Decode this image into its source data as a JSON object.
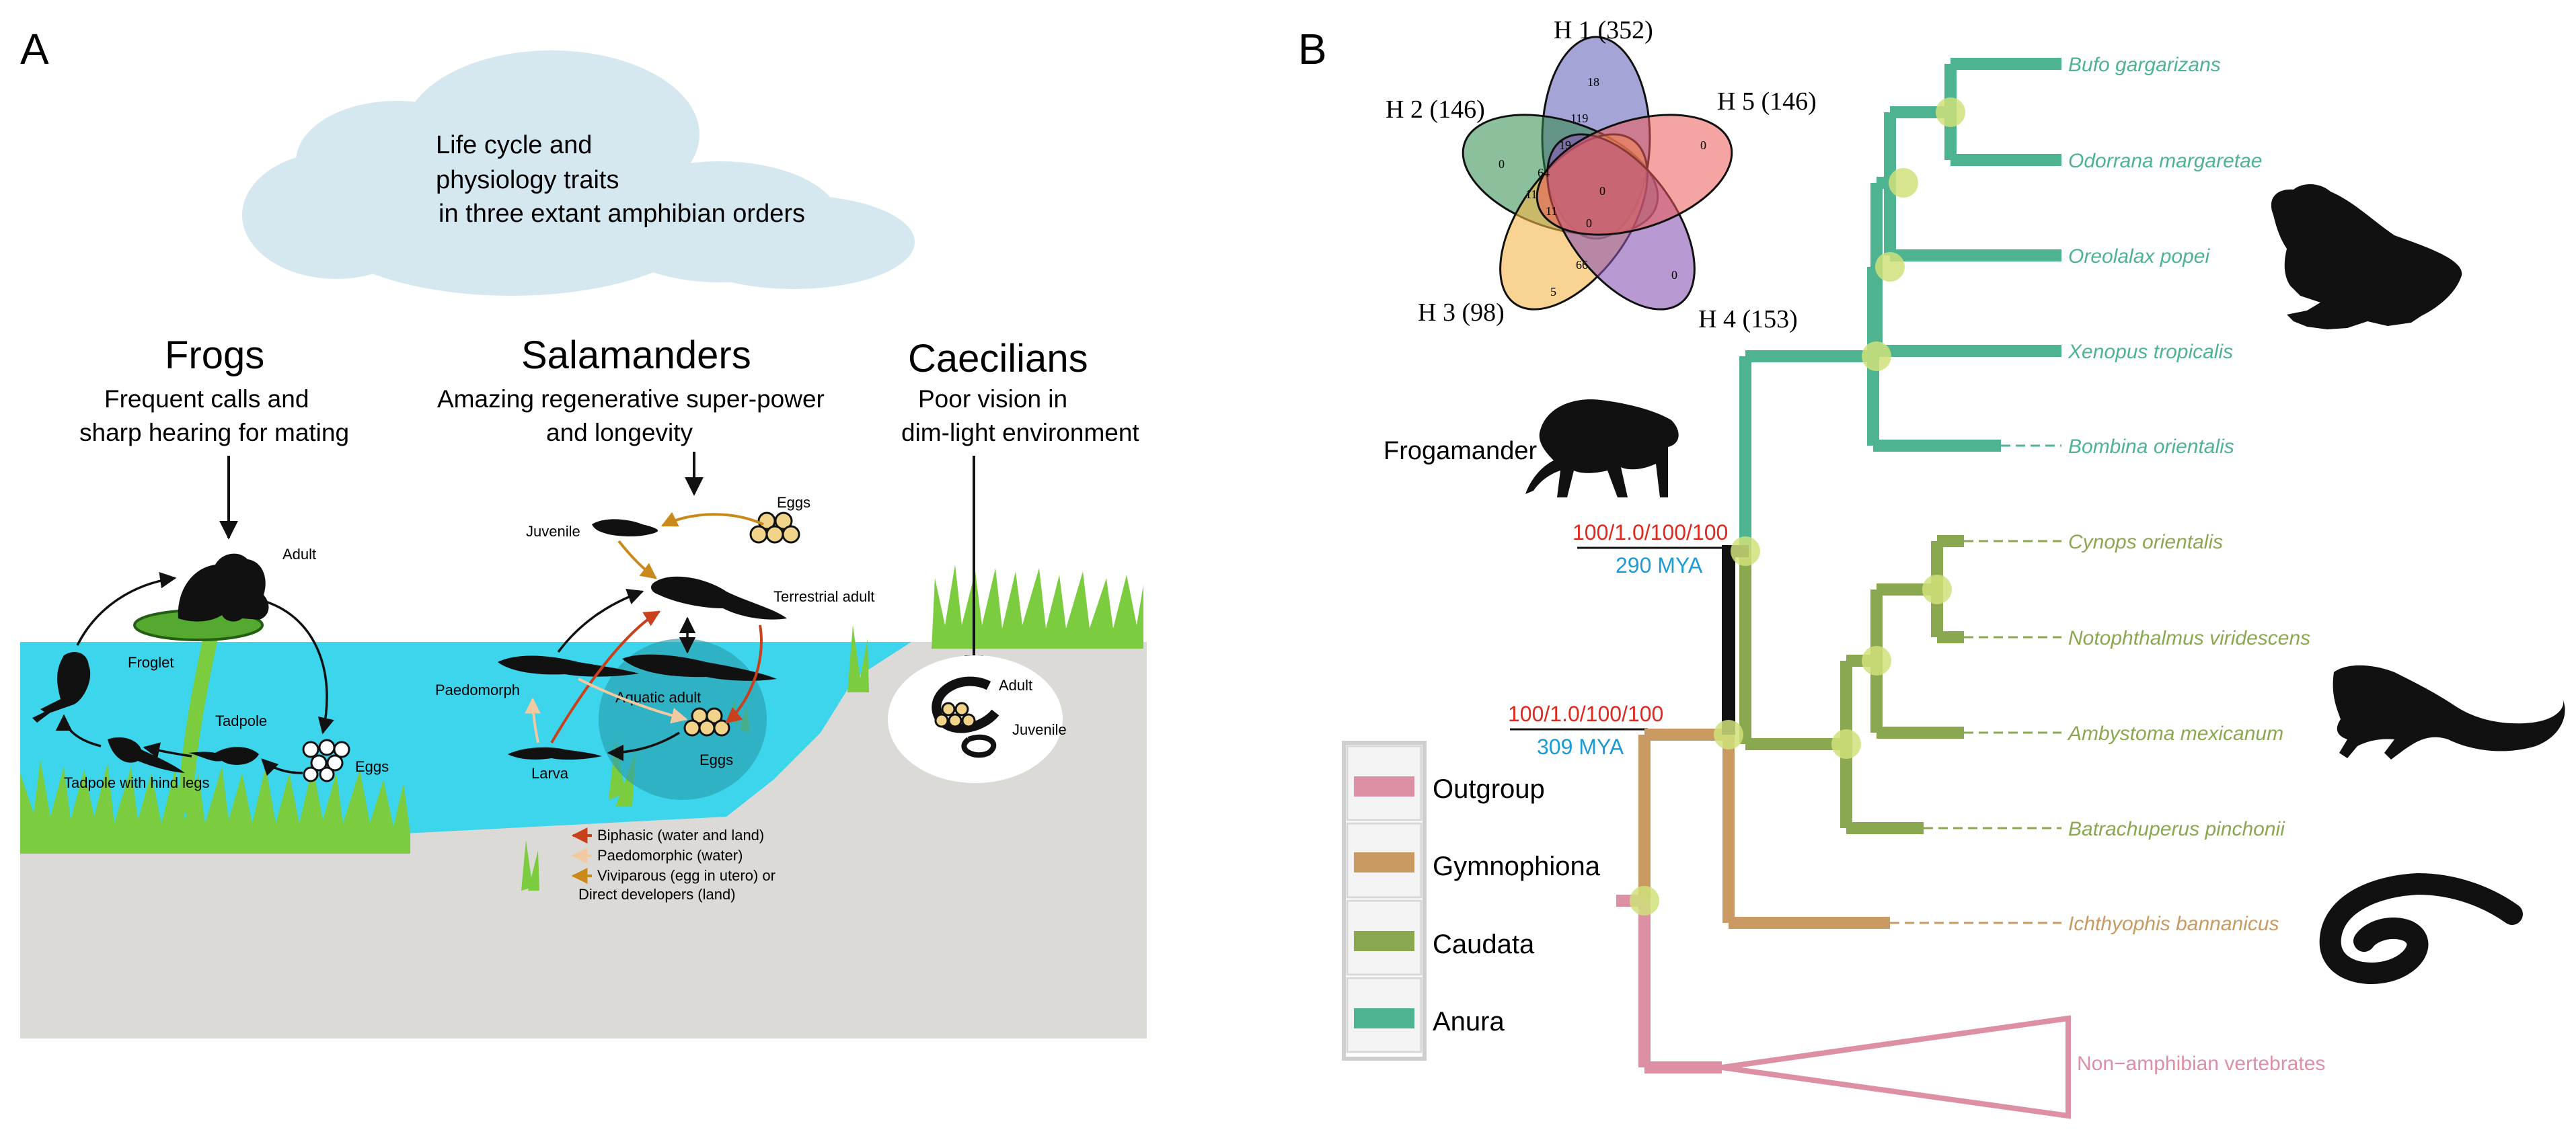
{
  "panel_a": {
    "label": "A",
    "cloud_lines": [
      "Life cycle and",
      "physiology traits",
      "in three extant amphibian orders"
    ],
    "frogs": {
      "title": "Frogs",
      "desc": [
        "Frequent calls and",
        "sharp hearing for mating"
      ],
      "stages": {
        "adult": "Adult",
        "froglet": "Froglet",
        "tadpole": "Tadpole",
        "eggs": "Eggs",
        "hind_legs": "Tadpole with hind legs"
      }
    },
    "salamanders": {
      "title": "Salamanders",
      "desc": [
        "Amazing regenerative super-power",
        "and longevity"
      ],
      "stages": {
        "juvenile": "Juvenile",
        "eggs_top": "Eggs",
        "terrestrial": "Terrestrial adult",
        "paedomorph": "Paedomorph",
        "aquatic": "Aquatic adult",
        "larva": "Larva",
        "eggs_bottom": "Eggs"
      }
    },
    "caecilians": {
      "title": "Caecilians",
      "desc": [
        "Poor vision in",
        "dim-light environment"
      ],
      "stages": {
        "adult": "Adult",
        "juvenile": "Juvenile"
      }
    },
    "legend": {
      "biphasic": "Biphasic (water and land)",
      "paedomorphic": "Paedomorphic (water)",
      "viviparous": [
        "Viviparous (egg in utero) or",
        "Direct developers (land)"
      ]
    }
  },
  "panel_b": {
    "label": "B",
    "venn": {
      "sets": [
        "H 1 (352)",
        "H 2 (146)",
        "H 3 (98)",
        "H 4 (153)",
        "H 5 (146)"
      ],
      "counts": [
        "18",
        "119",
        "0",
        "19",
        "0",
        "64",
        "11",
        "11",
        "0",
        "0",
        "66",
        "5",
        "0"
      ]
    },
    "frogamander": "Frogamander",
    "nodes": [
      {
        "support": "100/1.0/100/100",
        "age": "290 MYA"
      },
      {
        "support": "100/1.0/100/100",
        "age": "309 MYA"
      }
    ],
    "taxa": [
      {
        "name": "Bufo gargarizans",
        "clade": "anura"
      },
      {
        "name": "Odorrana margaretae",
        "clade": "anura"
      },
      {
        "name": "Oreolalax popei",
        "clade": "anura"
      },
      {
        "name": "Xenopus tropicalis",
        "clade": "anura"
      },
      {
        "name": "Bombina orientalis",
        "clade": "anura"
      },
      {
        "name": "Cynops orientalis",
        "clade": "caudata"
      },
      {
        "name": "Notophthalmus viridescens",
        "clade": "caudata"
      },
      {
        "name": "Ambystoma mexicanum",
        "clade": "caudata"
      },
      {
        "name": "Batrachuperus pinchonii",
        "clade": "caudata"
      },
      {
        "name": "Ichthyophis bannanicus",
        "clade": "gymnophiona"
      },
      {
        "name": "Non−amphibian vertebrates",
        "clade": "outgroup"
      }
    ],
    "legend": [
      "Outgroup",
      "Gymnophiona",
      "Caudata",
      "Anura"
    ]
  },
  "colors": {
    "anura": "#4db391",
    "caudata": "#8aa84f",
    "gymnophiona": "#c99a62",
    "outgroup": "#dd8fa3",
    "node": "#cfe17a",
    "support": "#e0281e",
    "age": "#1a9bd7",
    "water": "#3dd5ec",
    "ground": "#dcdad7",
    "cloud": "#d6e8ef",
    "grass": "#7ccc3f",
    "biphasic": "#c8401c",
    "paedomorphic": "#f3c9a1",
    "viviparous": "#c98a1b"
  }
}
